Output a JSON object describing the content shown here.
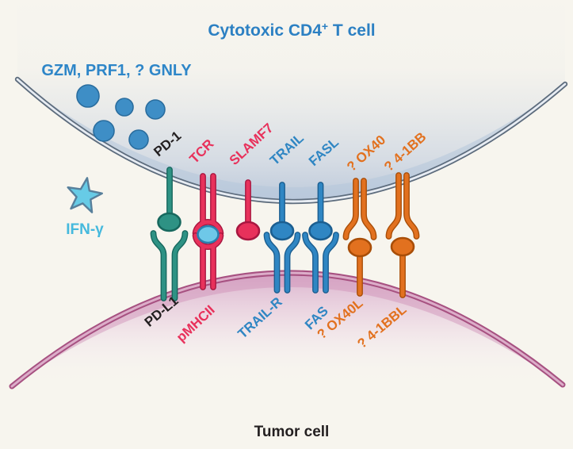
{
  "title": {
    "pre": "Cytotoxic CD4",
    "sup": "+",
    "post": " T cell"
  },
  "t_cell": {
    "granules_label": "GZM, PRF1, ? GNLY",
    "granule_count": 5
  },
  "cytokine": {
    "label": "IFN-γ"
  },
  "tumor": {
    "label": "Tumor cell"
  },
  "interactions": [
    {
      "receptor": "PD-1",
      "ligand": "PD-L1",
      "pair_color": "#2e9284",
      "edge_color": "#17685e",
      "label_color": "#231f20",
      "shape": "ball-top_fork-bottom"
    },
    {
      "receptor": "TCR",
      "ligand": "pMHCII",
      "pair_color": "#e8315b",
      "edge_color": "#a81740",
      "label_color": "#e8315b",
      "shape": "ring-with-antigen"
    },
    {
      "receptor": "SLAMF7",
      "ligand": "",
      "pair_color": "#e8315b",
      "edge_color": "#a81740",
      "label_color": "#e8315b",
      "shape": "ball-top-only"
    },
    {
      "receptor": "TRAIL",
      "ligand": "TRAIL-R",
      "pair_color": "#2f86c3",
      "edge_color": "#1b5e90",
      "label_color": "#2f86c3",
      "shape": "ball-top_fork-bottom"
    },
    {
      "receptor": "FASL",
      "ligand": "FAS",
      "pair_color": "#2f86c3",
      "edge_color": "#1b5e90",
      "label_color": "#2f86c3",
      "shape": "ball-top_fork-bottom"
    },
    {
      "receptor": "? OX40",
      "ligand": "? OX40L",
      "pair_color": "#e2711f",
      "edge_color": "#a94e08",
      "label_color": "#e2711f",
      "shape": "claw-top_ball-bottom"
    },
    {
      "receptor": "? 4-1BB",
      "ligand": "? 4-1BBL",
      "pair_color": "#e2711f",
      "edge_color": "#a94e08",
      "label_color": "#e2711f",
      "shape": "claw-top_ball-bottom"
    }
  ],
  "colors": {
    "background": "#f7f5ee",
    "title_blue": "#2c80c3",
    "granule_label_blue": "#2e86c8",
    "granule_blue": "#3e8ec6",
    "granule_edge": "#2a6d9e",
    "ifn_cyan": "#45b9dd",
    "star_fill": "#67cbe6",
    "star_edge": "#577f9b",
    "antigen_fill": "#6ec8e8",
    "antigen_edge": "#2a7fae",
    "t_cell_membrane": "#5d6c7d",
    "t_cell_membrane_inner": "#e7ecf3",
    "t_cell_fill": "#bfcbdd",
    "tumor_membrane": "#a75181",
    "tumor_membrane_inner": "#dcadc9",
    "tumor_fill": "#d9aecb",
    "text_black": "#231f20"
  }
}
